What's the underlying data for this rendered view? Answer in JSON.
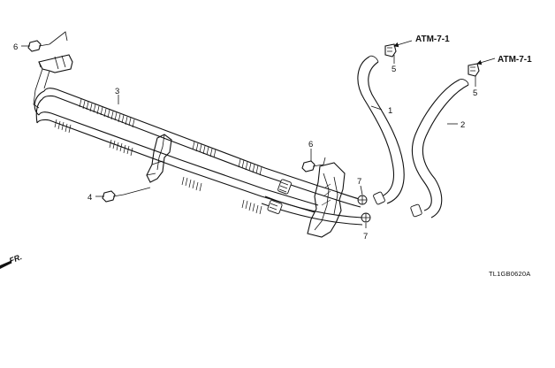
{
  "diagram": {
    "callouts": {
      "hose_1": "1",
      "hose_2": "2",
      "cooler_3": "3",
      "bolt_4": "4",
      "clip_5_left": "5",
      "clip_5_right": "5",
      "bolt_6_top": "6",
      "bolt_6_middle": "6",
      "clamp_7_upper": "7",
      "clamp_7_lower": "7"
    },
    "references": {
      "left": "ATM-7-1",
      "right": "ATM-7-1"
    },
    "front_arrow": "FR.",
    "drawing_code": "TL1GB0620A"
  }
}
